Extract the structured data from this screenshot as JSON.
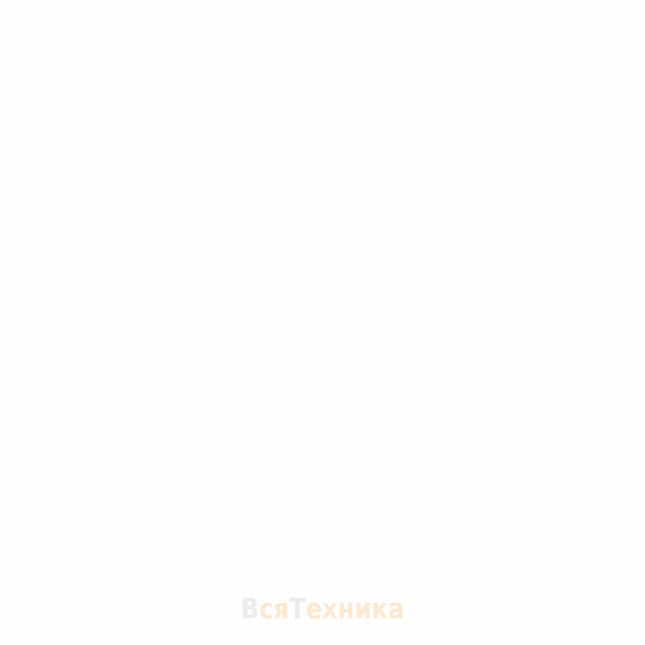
{
  "watermark": {
    "part1": "В",
    "part2": "ся",
    "part3": "Т",
    "part4": "ехника",
    "colors": {
      "gray": "#ececec",
      "orange": "#fde9cf"
    }
  }
}
